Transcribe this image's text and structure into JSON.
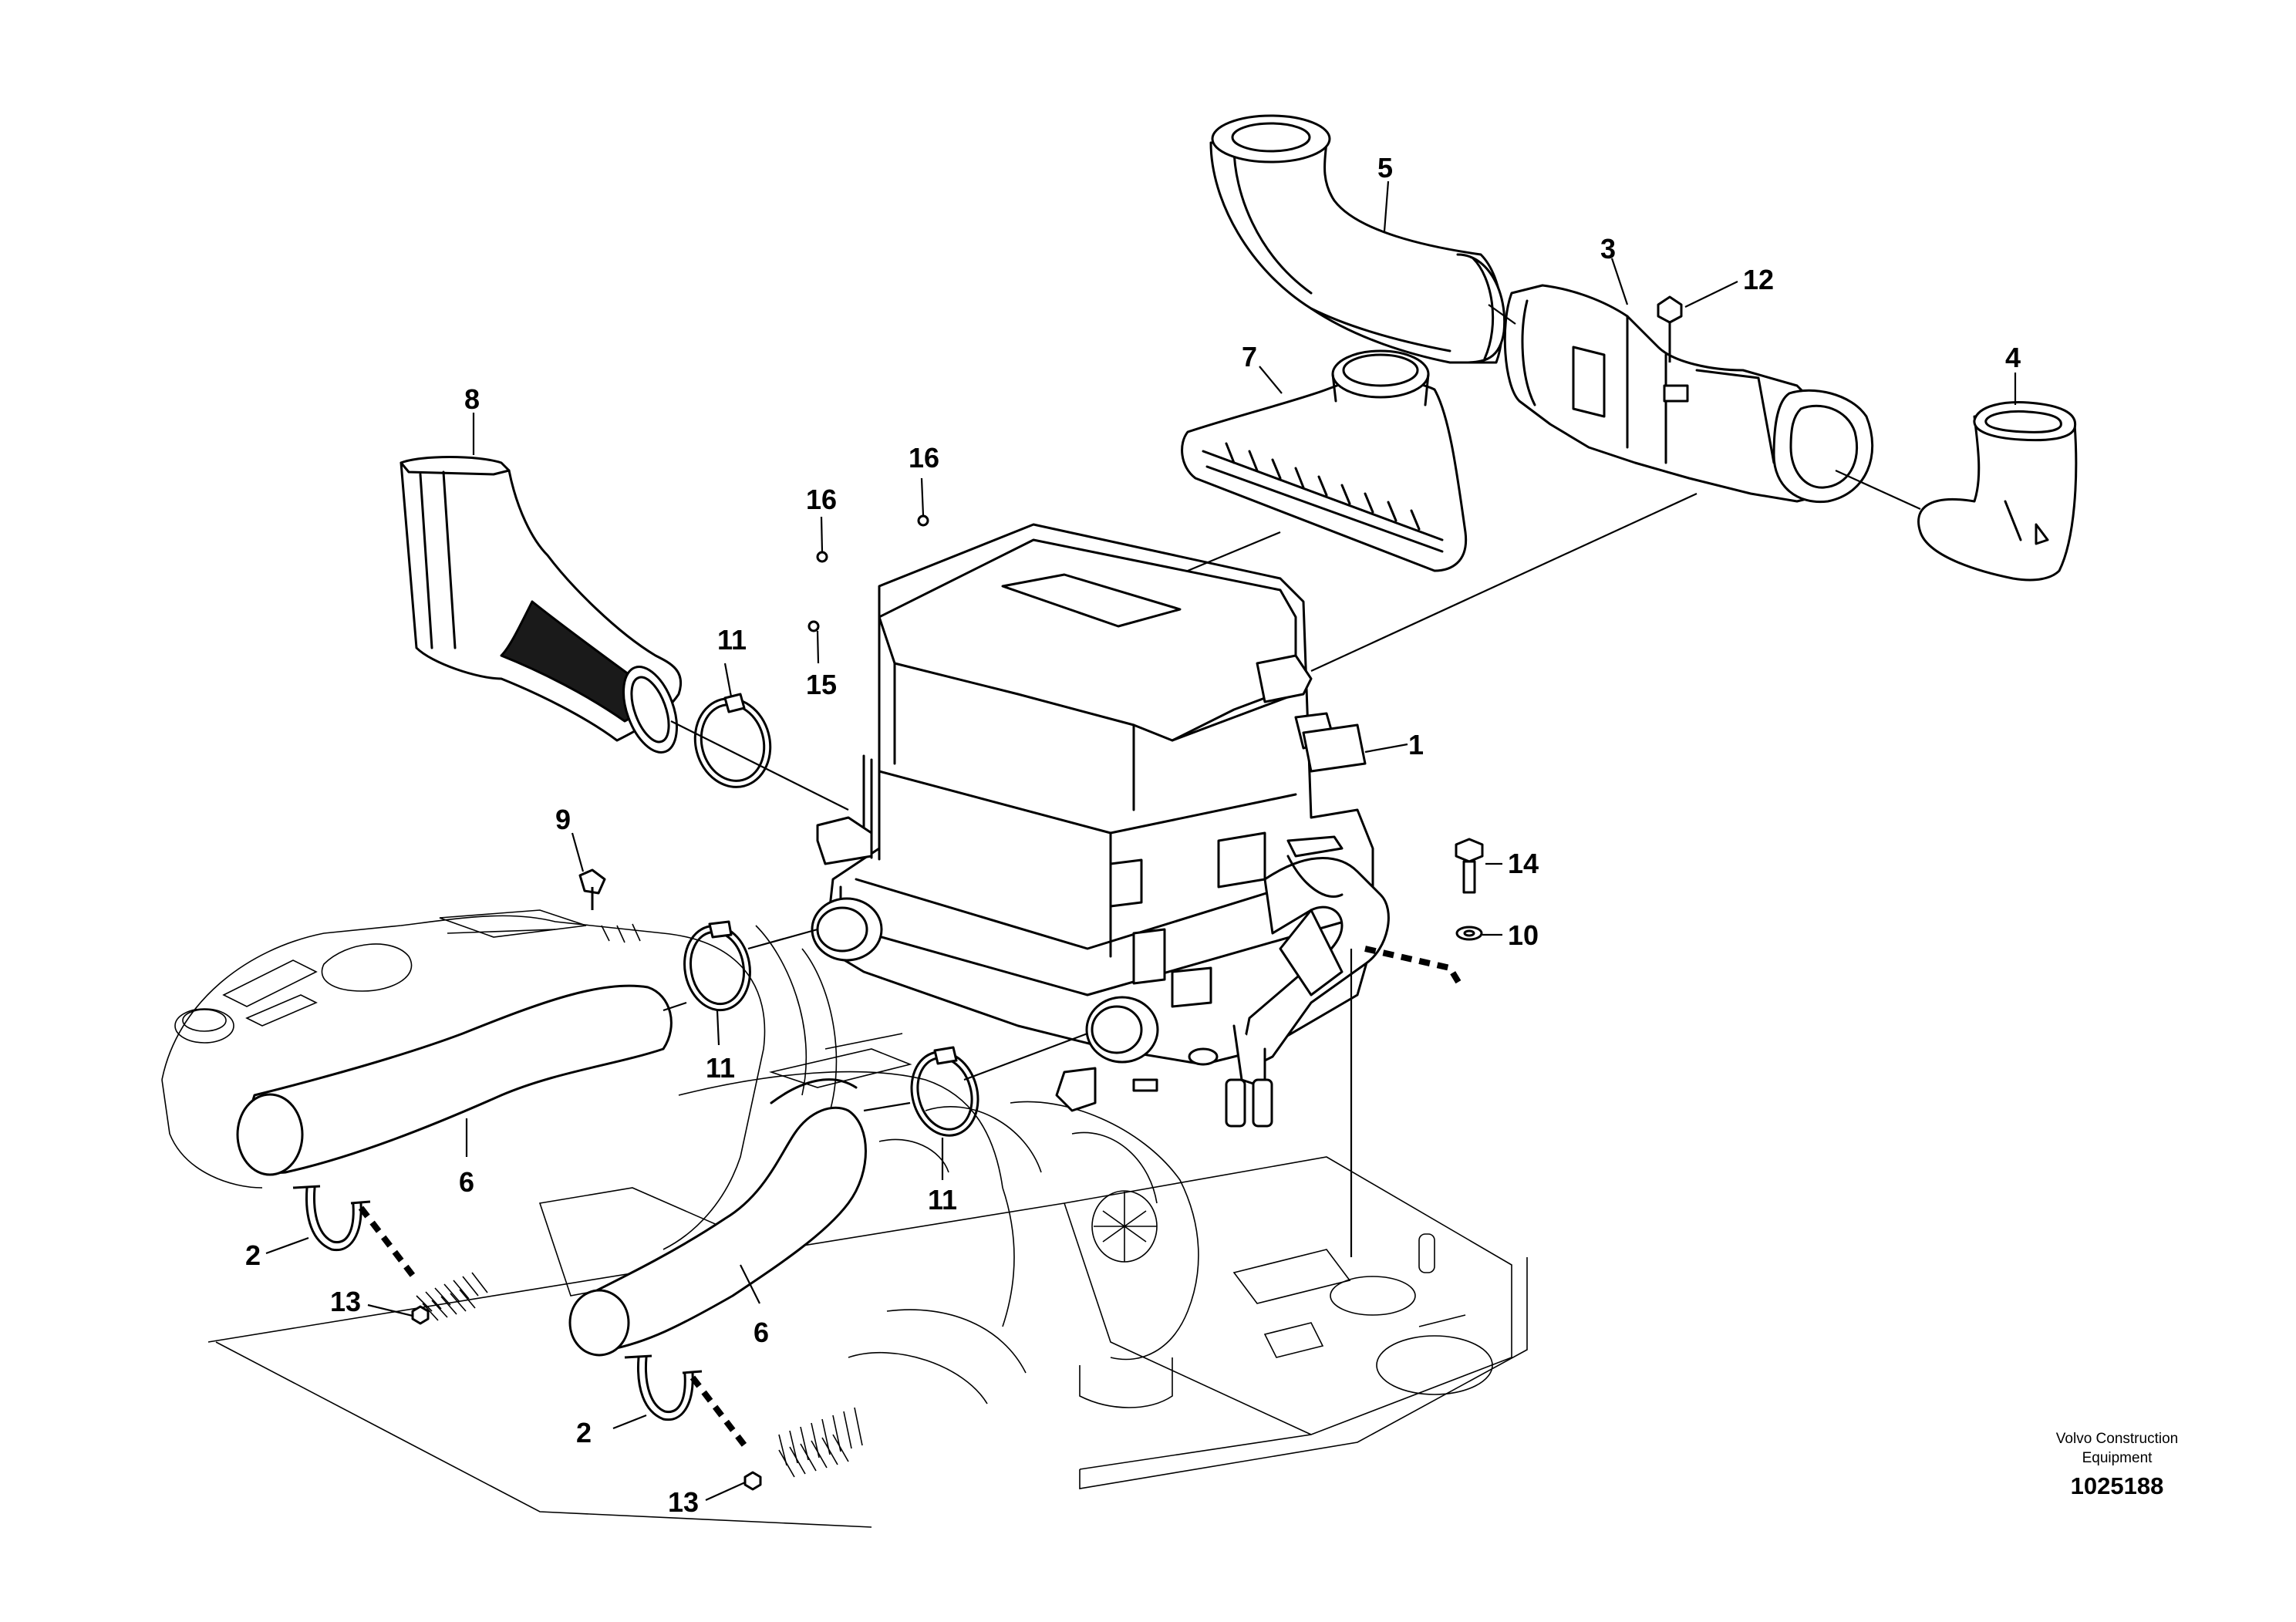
{
  "callouts": {
    "c1": "1",
    "c2a": "2",
    "c2b": "2",
    "c3": "3",
    "c4": "4",
    "c5": "5",
    "c6a": "6",
    "c6b": "6",
    "c7": "7",
    "c8": "8",
    "c9": "9",
    "c10": "10",
    "c11a": "11",
    "c11b": "11",
    "c11c": "11",
    "c12": "12",
    "c13a": "13",
    "c13b": "13",
    "c14": "14",
    "c15": "15",
    "c16a": "16",
    "c16b": "16"
  },
  "footer": {
    "brand_line1": "Volvo Construction",
    "brand_line2": "Equipment",
    "doc_number": "1025188"
  }
}
